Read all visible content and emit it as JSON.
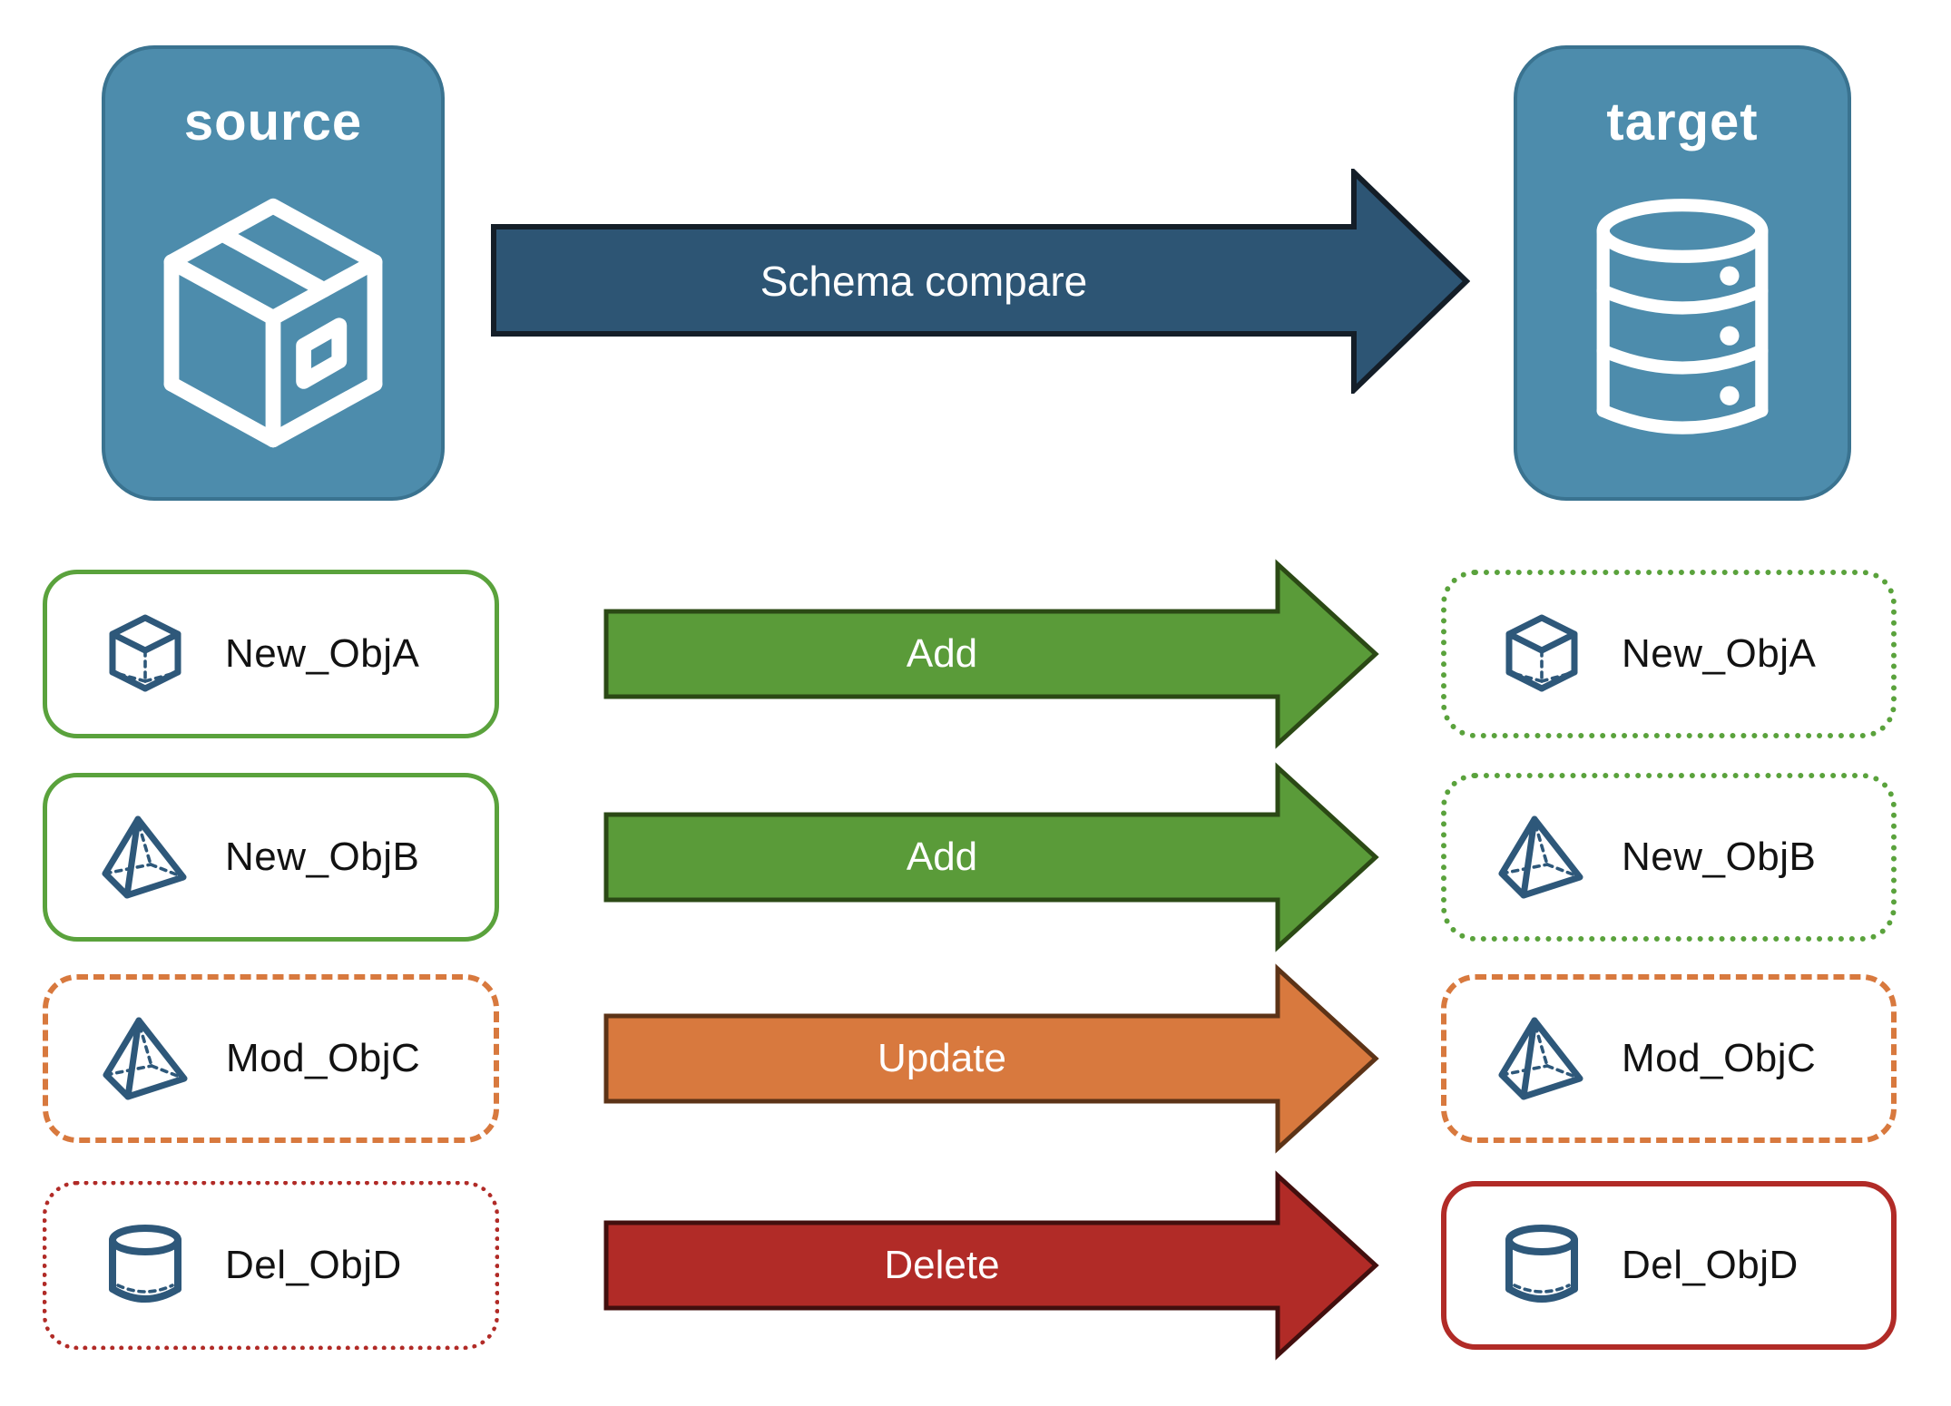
{
  "header": {
    "source": {
      "label": "source",
      "icon": "package-icon"
    },
    "target": {
      "label": "target",
      "icon": "database-icon"
    },
    "compare_arrow": {
      "label": "Schema compare"
    }
  },
  "rows": [
    {
      "name": "New_ObjA",
      "action": "Add",
      "icon": "cube-icon",
      "status": "new",
      "source_border": "green-solid",
      "target_border": "green-dotted"
    },
    {
      "name": "New_ObjB",
      "action": "Add",
      "icon": "pyramid-icon",
      "status": "new",
      "source_border": "green-solid",
      "target_border": "green-dotted"
    },
    {
      "name": "Mod_ObjC",
      "action": "Update",
      "icon": "pyramid-icon",
      "status": "modified",
      "source_border": "orange-dashed",
      "target_border": "orange-dashed"
    },
    {
      "name": "Del_ObjD",
      "action": "Delete",
      "icon": "cylinder-icon",
      "status": "deleted",
      "source_border": "red-dotted",
      "target_border": "red-solid"
    }
  ],
  "colors": {
    "panel_teal": "#4D8CAC",
    "compare_blue": "#2D5574",
    "add_green": "#5A9B39",
    "outline_green": "#5AA23C",
    "update_orange": "#D8793E",
    "delete_red": "#B12B27",
    "object_icon_blue": "#2E587A",
    "label_black": "#121212"
  }
}
